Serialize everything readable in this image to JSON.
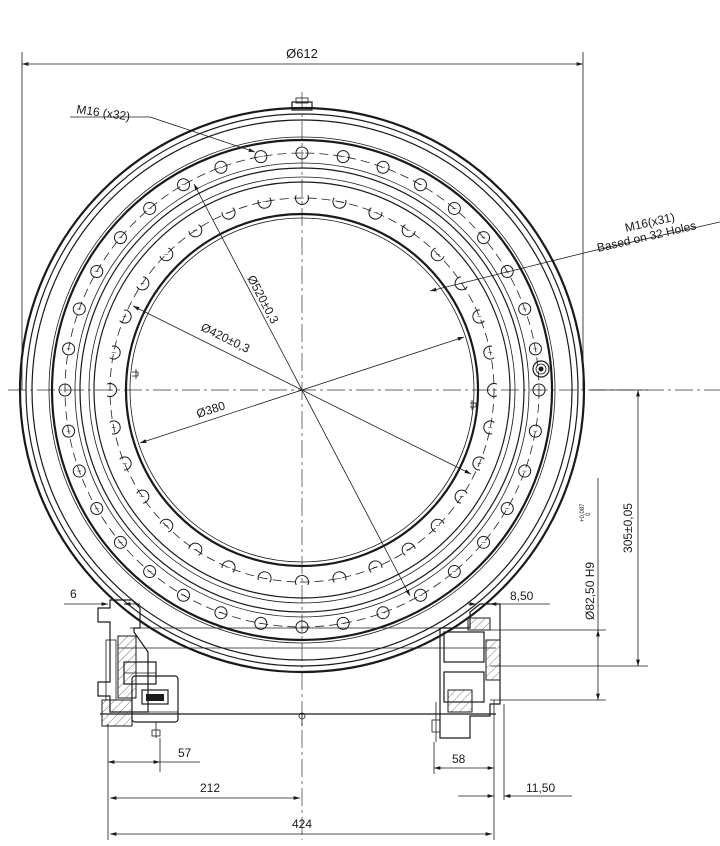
{
  "dimensions": {
    "overall_diameter": "Ø612",
    "thread_top": "M16 (x32)",
    "thread_right_line1": "M16(x31)",
    "thread_right_line2": "Based on 32 Holes",
    "pitch_520": "Ø520±0,3",
    "pitch_420": "Ø420±0,3",
    "bore_380": "Ø380",
    "height_305": "305±0,05",
    "bore_8250": "Ø82,50 H9",
    "tol_upper": "+0,087",
    "tol_lower": "0",
    "dim_6": "6",
    "dim_850": "8,50",
    "dim_57": "57",
    "dim_58": "58",
    "dim_212": "212",
    "dim_1150": "11,50",
    "dim_424": "424"
  },
  "features": {
    "outer_bolt_count": 32,
    "inner_bolt_count": 31
  },
  "icons": {
    "grease_fitting": "grease-nipple-icon",
    "connector": "motor-connector-icon"
  }
}
